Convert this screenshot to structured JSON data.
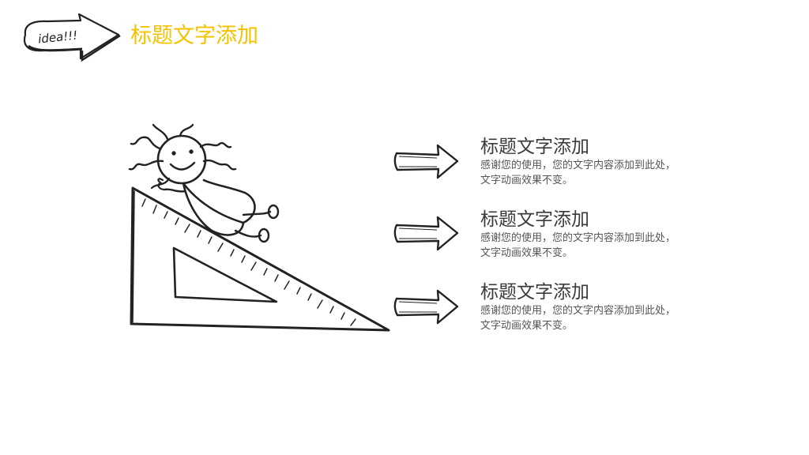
{
  "header": {
    "logo_text": "idea!!!",
    "title": "标题文字添加"
  },
  "items": [
    {
      "title": "标题文字添加",
      "desc_line1": "感谢您的使用，您的文字内容添加到此处，",
      "desc_line2": "文字动画效果不变。"
    },
    {
      "title": "标题文字添加",
      "desc_line1": "感谢您的使用，您的文字内容添加到此处，",
      "desc_line2": "文字动画效果不变。"
    },
    {
      "title": "标题文字添加",
      "desc_line1": "感谢您的使用，您的文字内容添加到此处，",
      "desc_line2": "文字动画效果不变。"
    }
  ],
  "colors": {
    "accent": "#f5c200",
    "ink": "#222222",
    "text": "#3a3a3a"
  },
  "icons": {
    "badge": "arrow-badge-icon",
    "illustration": "girl-sliding-ruler-icon",
    "bullet": "sketch-arrow-icon"
  }
}
